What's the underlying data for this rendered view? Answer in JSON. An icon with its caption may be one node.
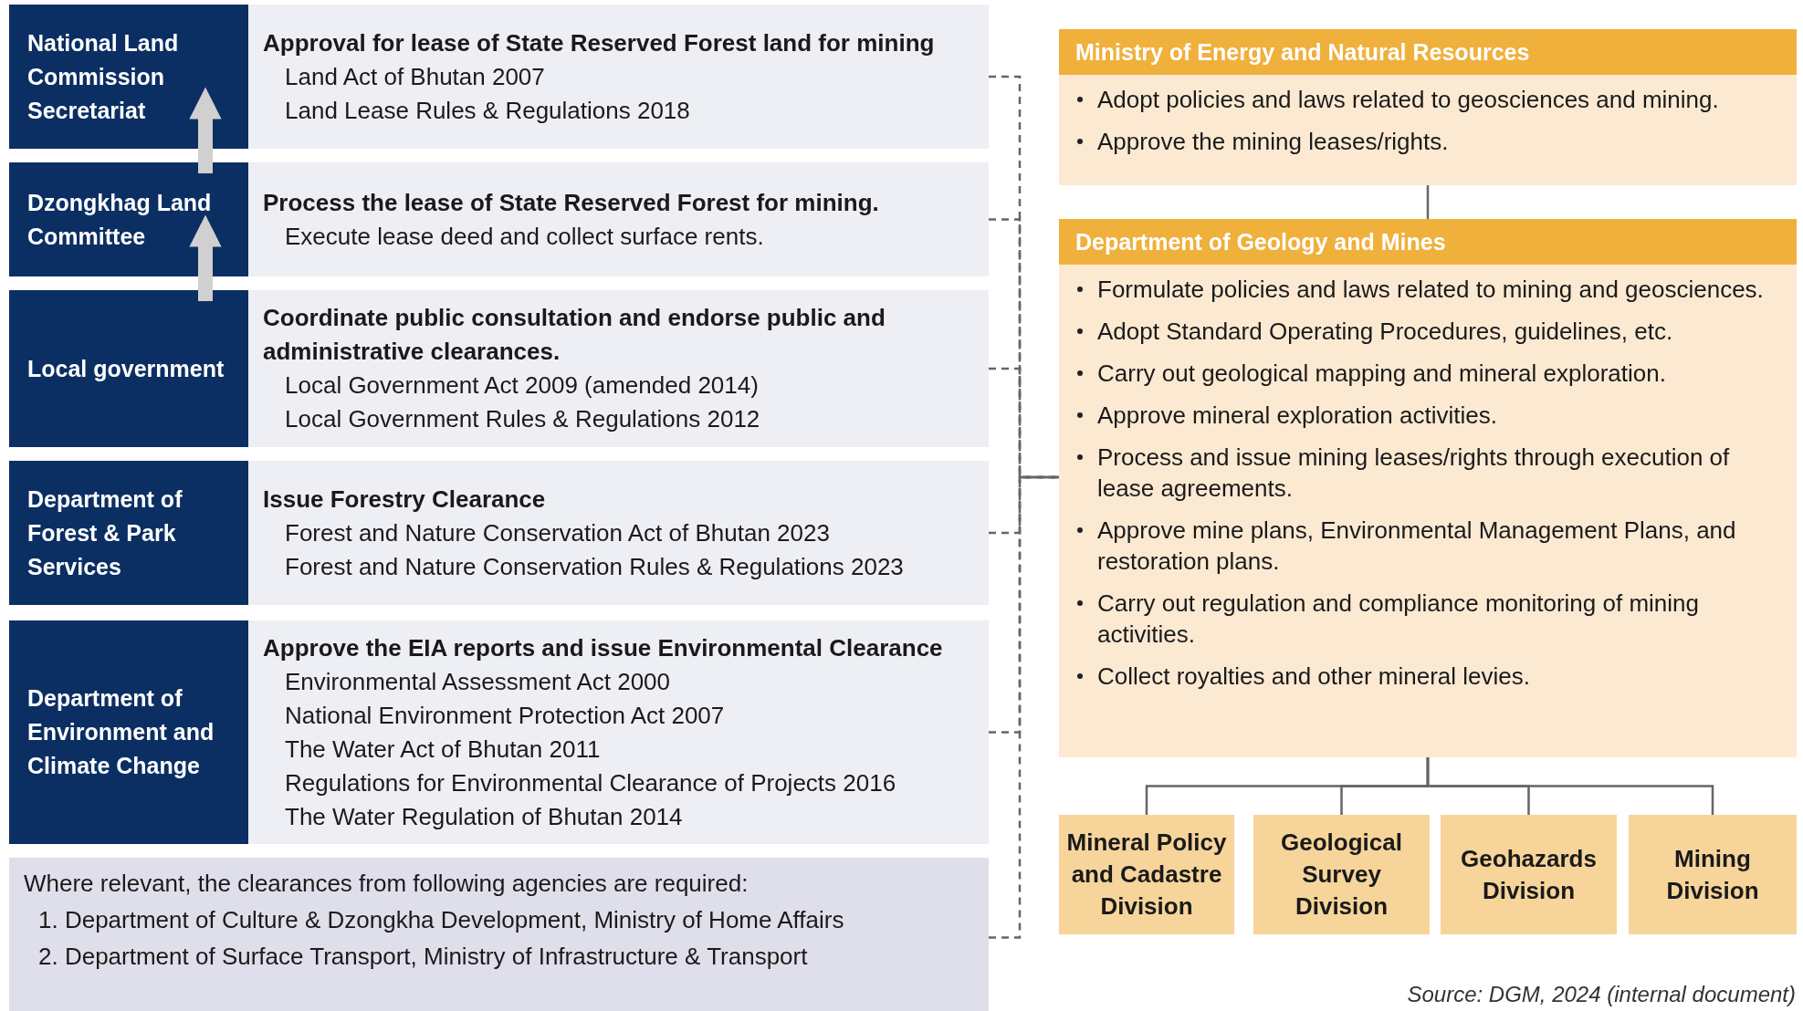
{
  "diagram": {
    "caption": "Source: DGM, 2024 (internal document)",
    "nodes": [
      {
        "text": [
          "National Land Commission Secretariat"
        ]
      },
      {
        "text": [
          "Approval for lease of State Reserved Forest land for mining",
          "Land Act of Bhutan 2007",
          "Land Lease Rules & Regulations 2018"
        ]
      },
      {
        "text": [
          "Dzongkhag Land Committee"
        ]
      },
      {
        "text": [
          "Process the lease of State Reserved Forest for mining.",
          "Execute lease deed and collect surface rents."
        ]
      },
      {
        "text": [
          "Local government"
        ]
      },
      {
        "text": [
          "Coordinate public consultation and endorse public and administrative clearances.",
          "Local Government Act 2009 (amended 2014)",
          "Local Government Rules & Regulations 2012"
        ]
      },
      {
        "text": [
          "Department of Forest & Park Services"
        ]
      },
      {
        "text": [
          "Issue Forestry Clearance",
          "Forest and Nature Conservation Act of Bhutan 2023",
          "Forest and Nature Conservation Rules & Regulations 2023"
        ]
      },
      {
        "text": [
          "Department of Environment and Climate Change"
        ]
      },
      {
        "text": [
          "Approve the EIA reports and issue Environmental Clearance",
          "Environmental Assessment Act 2000",
          "National Environment Protection Act 2007",
          "The Water Act of Bhutan 2011",
          "Regulations for Environmental Clearance of Projects 2016",
          "The Water Regulation of Bhutan 2014"
        ]
      },
      {
        "text": [
          "Where relevant, the clearances from following agencies are required:",
          "1. Department of Culture & Dzongkha Development, Ministry of Home Affairs",
          "2. Department of Surface Transport, Ministry of Infrastructure & Transport"
        ]
      },
      {
        "text": [
          "Ministry of Energy and Natural Resources",
          "Adopt policies and laws related to geosciences and mining.",
          "Approve the mining leases/rights."
        ]
      },
      {
        "text": [
          "Department of Geology and Mines",
          "Formulate policies and laws related to mining and geosciences.",
          "Adopt Standard Operating Procedures, guidelines, etc.",
          "Carry out geological mapping and mineral exploration.",
          "Approve mineral exploration activities.",
          "Process and issue mining leases/rights through execution of lease agreements.",
          "Approve mine plans, Environmental Management Plans, and restoration plans.",
          "Carry out regulation and compliance monitoring of mining activities.",
          "Collect royalties and other mineral levies."
        ]
      },
      {
        "text": [
          "Mineral Policy and Cadastre Division"
        ]
      },
      {
        "text": [
          "Geological Survey Division"
        ]
      },
      {
        "text": [
          "Geohazards Division"
        ]
      },
      {
        "text": [
          "Mining Division"
        ]
      }
    ],
    "edges": [
      {
        "from": 2,
        "to": 0,
        "arrow": "to",
        "style": "thick",
        "color": "#d0d0d0"
      },
      {
        "from": 4,
        "to": 2,
        "arrow": "to",
        "style": "thick",
        "color": "#d0d0d0"
      },
      {
        "from": 1,
        "to": 12,
        "arrow": "none",
        "style": "dashed"
      },
      {
        "from": 3,
        "to": 12,
        "arrow": "none",
        "style": "dashed"
      },
      {
        "from": 5,
        "to": 12,
        "arrow": "none",
        "style": "dashed"
      },
      {
        "from": 7,
        "to": 12,
        "arrow": "none",
        "style": "dashed"
      },
      {
        "from": 9,
        "to": 12,
        "arrow": "none",
        "style": "dashed"
      },
      {
        "from": 10,
        "to": 12,
        "arrow": "none",
        "style": "dashed"
      },
      {
        "from": 11,
        "to": 12,
        "arrow": "none"
      },
      {
        "from": 12,
        "to": 13,
        "arrow": "none"
      },
      {
        "from": 12,
        "to": 14,
        "arrow": "none"
      },
      {
        "from": 12,
        "to": 15,
        "arrow": "none"
      },
      {
        "from": 12,
        "to": 16,
        "arrow": "none"
      }
    ]
  }
}
